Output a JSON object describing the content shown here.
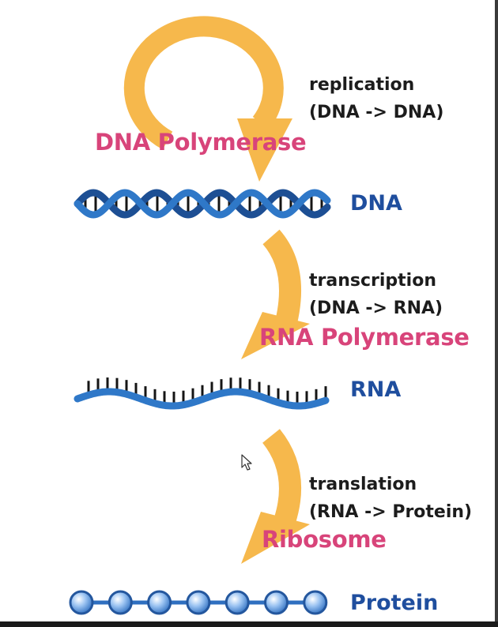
{
  "colors": {
    "arrow": "#f6b84c",
    "enzyme": "#d8447a",
    "molecule": "#1f4e9e",
    "strand": "#2f78c8",
    "strand_dark": "#1d4f94",
    "bead_light": "#cfe3fb",
    "step_text": "#1c1c1c"
  },
  "steps": [
    {
      "process": "replication",
      "detail": "(DNA -> DNA)"
    },
    {
      "process": "transcription",
      "detail": "(DNA -> RNA)"
    },
    {
      "process": "translation",
      "detail": "(RNA -> Protein)"
    }
  ],
  "enzymes": [
    "DNA Polymerase",
    "RNA Polymerase",
    "Ribosome"
  ],
  "molecules": [
    "DNA",
    "RNA",
    "Protein"
  ],
  "icons": [
    "circular-arrow-icon",
    "curved-arrow-icon",
    "dna-helix-icon",
    "rna-strand-icon",
    "protein-chain-icon",
    "mouse-cursor-icon"
  ]
}
